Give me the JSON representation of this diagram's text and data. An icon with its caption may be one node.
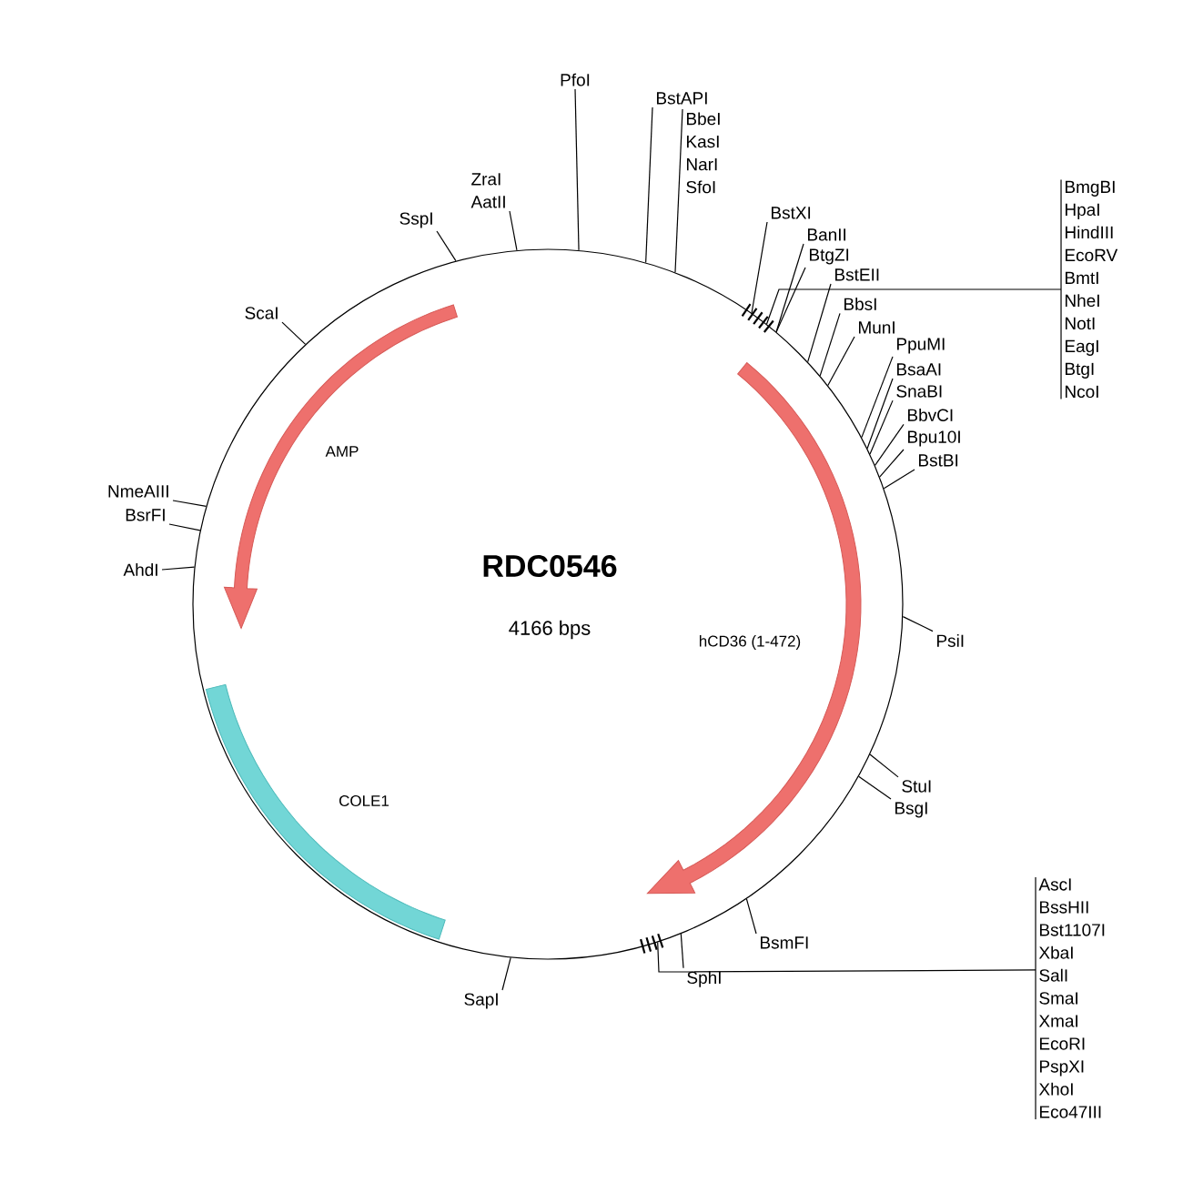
{
  "diagram": {
    "title": "RDC0546",
    "nodes": [
      {
        "text": [],
        "shape": "circle"
      },
      {
        "text": [
          "AMP"
        ],
        "in": 0
      },
      {
        "text": [
          "hCD36 (1-472)"
        ],
        "in": 0
      },
      {
        "text": [
          "COLE1"
        ],
        "in": 0
      },
      {
        "text": [
          "PfoI"
        ]
      },
      {
        "text": [
          "BstAPI"
        ]
      },
      {
        "text": [
          "BbeI",
          "KasI",
          "NarI",
          "SfoI"
        ]
      },
      {
        "text": [
          "ZraI",
          "AatII"
        ]
      },
      {
        "text": [
          "SspI"
        ]
      },
      {
        "text": [
          "BstXI"
        ]
      },
      {
        "text": [
          "BanII"
        ]
      },
      {
        "text": [
          "BtgZI"
        ]
      },
      {
        "text": [
          "BstEII"
        ]
      },
      {
        "text": [
          "BbsI"
        ]
      },
      {
        "text": [
          "MunI"
        ]
      },
      {
        "text": [
          "BmgBI",
          "HpaI",
          "HindIII",
          "EcoRV",
          "BmtI",
          "NheI",
          "NotI",
          "EagI",
          "BtgI",
          "NcoI"
        ]
      },
      {
        "text": [
          "PpuMI"
        ]
      },
      {
        "text": [
          "BsaAI"
        ]
      },
      {
        "text": [
          "SnaBI"
        ]
      },
      {
        "text": [
          "BbvCI"
        ]
      },
      {
        "text": [
          "Bpu10I"
        ]
      },
      {
        "text": [
          "BstBI"
        ]
      },
      {
        "text": [
          "ScaI"
        ]
      },
      {
        "text": [
          "NmeAIII"
        ]
      },
      {
        "text": [
          "BsrFI"
        ]
      },
      {
        "text": [
          "AhdI"
        ]
      },
      {
        "text": [
          "PsiI"
        ]
      },
      {
        "text": [
          "StuI"
        ]
      },
      {
        "text": [
          "BsgI"
        ]
      },
      {
        "text": [
          "BsmFI"
        ]
      },
      {
        "text": [
          "SphI"
        ]
      },
      {
        "text": [
          "SapI"
        ]
      },
      {
        "text": [
          "AscI",
          "BssHII",
          "Bst1107I",
          "XbaI",
          "SalI",
          "SmaI",
          "XmaI",
          "EcoRI",
          "PspXI",
          "XhoI",
          "Eco47III"
        ]
      }
    ],
    "edges": [
      {
        "from": 4,
        "to": 0,
        "arrow": "none"
      },
      {
        "from": 5,
        "to": 0,
        "arrow": "none"
      },
      {
        "from": 6,
        "to": 0,
        "arrow": "none"
      },
      {
        "from": 7,
        "to": 0,
        "arrow": "none"
      },
      {
        "from": 8,
        "to": 0,
        "arrow": "none"
      },
      {
        "from": 9,
        "to": 0,
        "arrow": "none"
      },
      {
        "from": 10,
        "to": 0,
        "arrow": "none"
      },
      {
        "from": 11,
        "to": 0,
        "arrow": "none"
      },
      {
        "from": 12,
        "to": 0,
        "arrow": "none"
      },
      {
        "from": 13,
        "to": 0,
        "arrow": "none"
      },
      {
        "from": 14,
        "to": 0,
        "arrow": "none"
      },
      {
        "from": 15,
        "to": 0,
        "arrow": "none"
      },
      {
        "from": 16,
        "to": 0,
        "arrow": "none"
      },
      {
        "from": 17,
        "to": 0,
        "arrow": "none"
      },
      {
        "from": 18,
        "to": 0,
        "arrow": "none"
      },
      {
        "from": 19,
        "to": 0,
        "arrow": "none"
      },
      {
        "from": 20,
        "to": 0,
        "arrow": "none"
      },
      {
        "from": 21,
        "to": 0,
        "arrow": "none"
      },
      {
        "from": 22,
        "to": 0,
        "arrow": "none"
      },
      {
        "from": 23,
        "to": 0,
        "arrow": "none"
      },
      {
        "from": 24,
        "to": 0,
        "arrow": "none"
      },
      {
        "from": 25,
        "to": 0,
        "arrow": "none"
      },
      {
        "from": 26,
        "to": 0,
        "arrow": "none"
      },
      {
        "from": 27,
        "to": 0,
        "arrow": "none"
      },
      {
        "from": 28,
        "to": 0,
        "arrow": "none"
      },
      {
        "from": 29,
        "to": 0,
        "arrow": "none"
      },
      {
        "from": 30,
        "to": 0,
        "arrow": "none"
      },
      {
        "from": 31,
        "to": 0,
        "arrow": "none"
      },
      {
        "from": 32,
        "to": 0,
        "arrow": "none"
      }
    ],
    "labels": [
      "4166 bps"
    ]
  }
}
